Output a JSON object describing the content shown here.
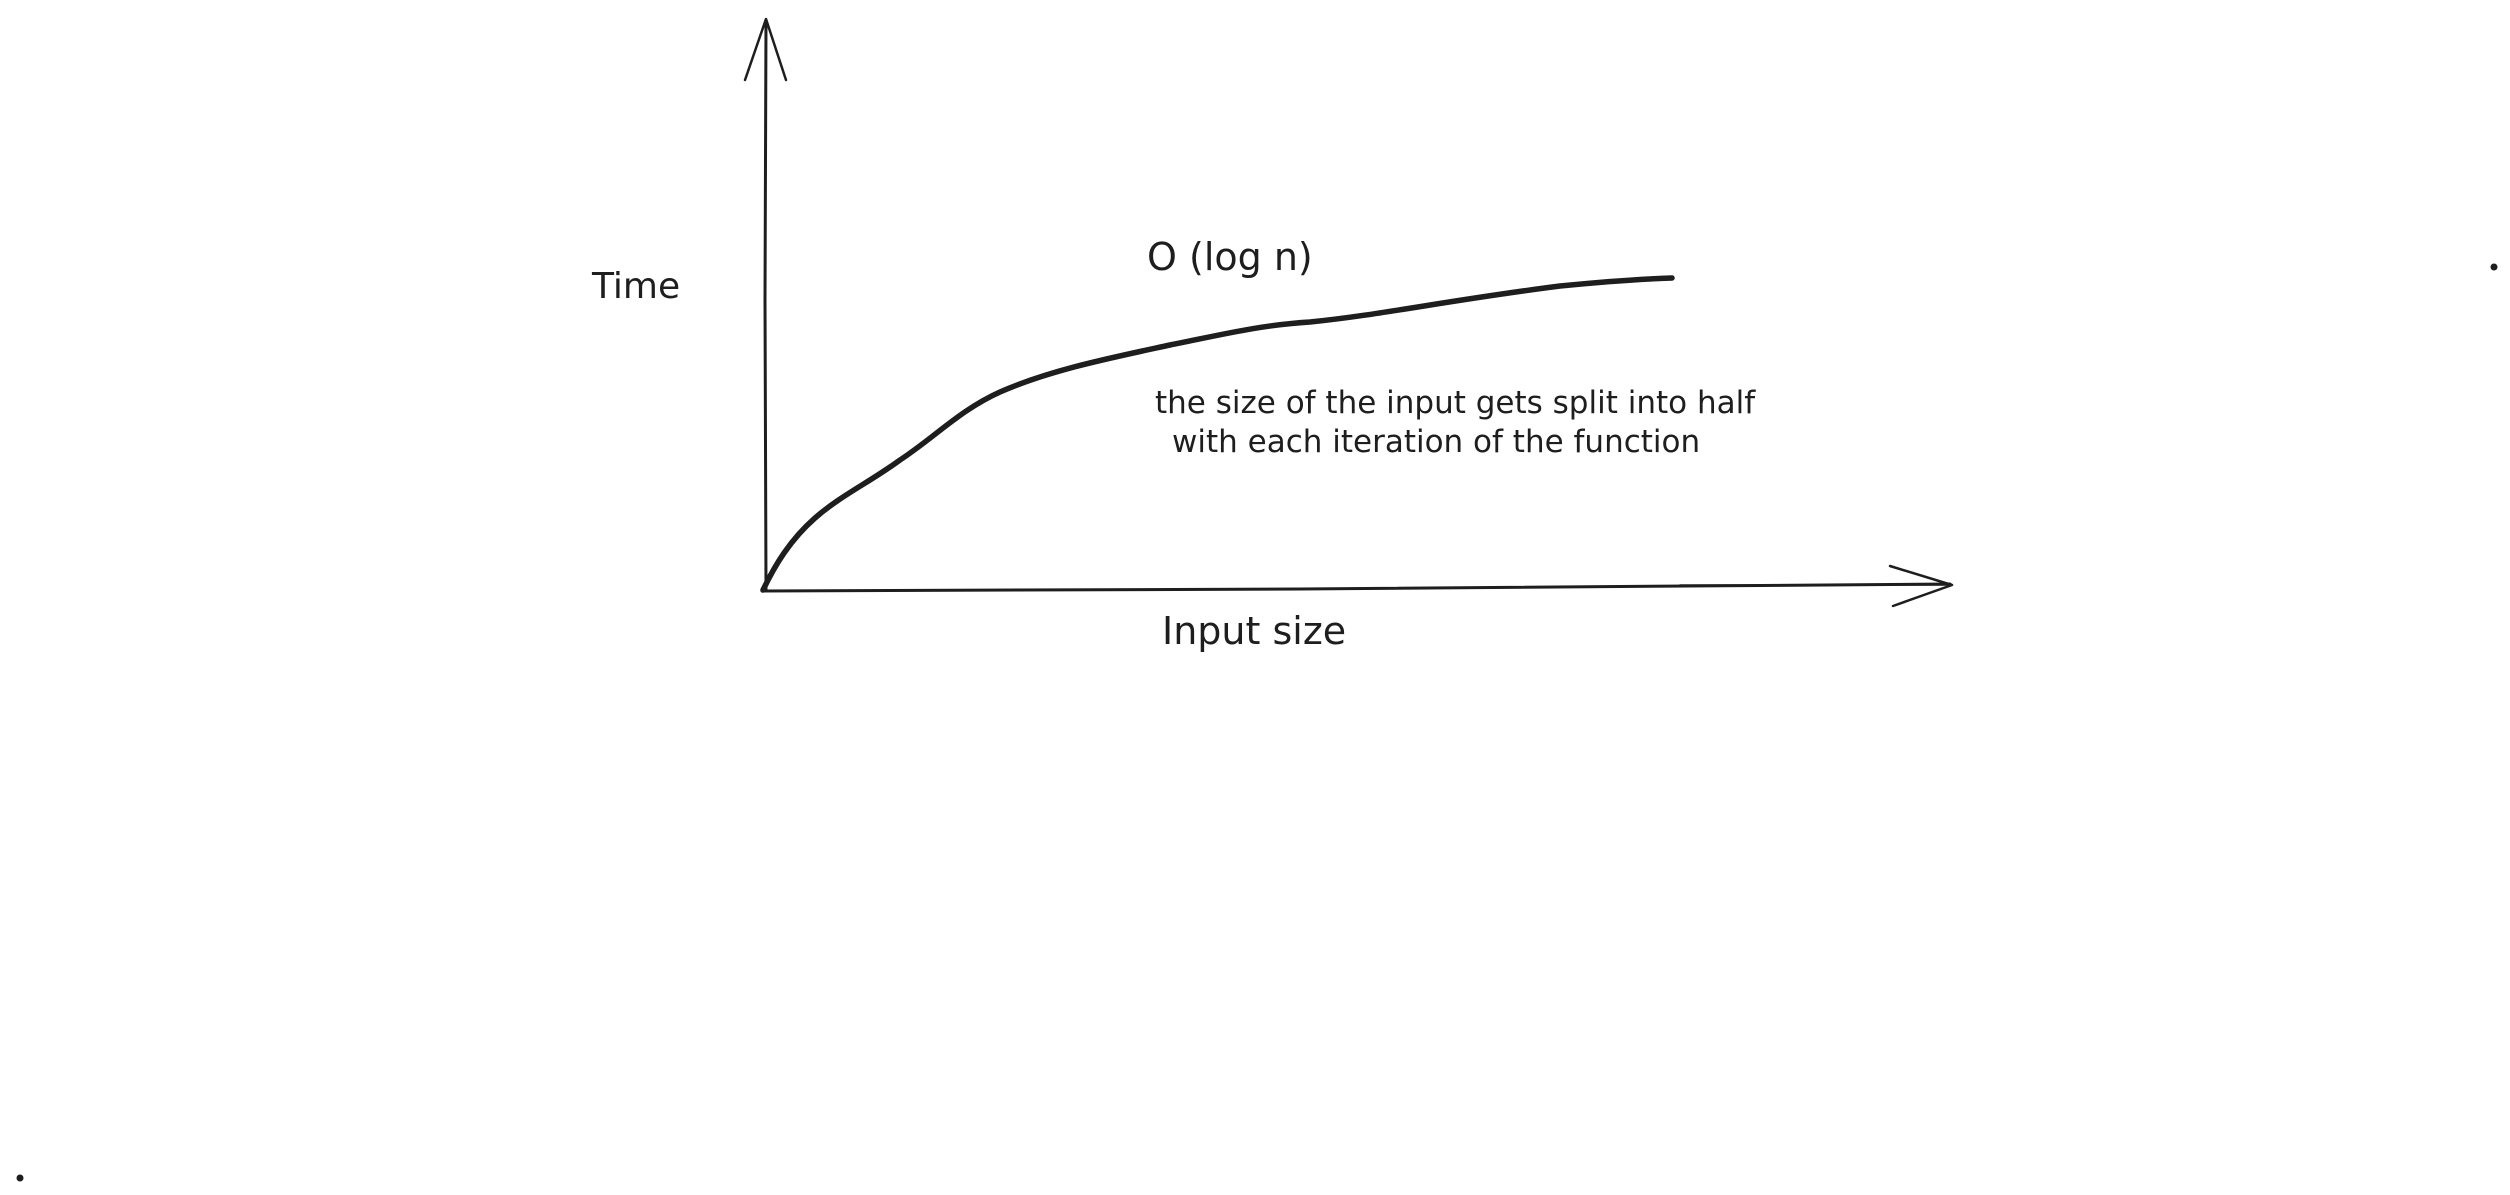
{
  "diagram": {
    "y_axis_label": "Time",
    "x_axis_label": "Input size",
    "curve_label": "O (log n)",
    "annotation": {
      "line1": "the size of the input gets split into half",
      "line2": "with each iteration of the function"
    }
  },
  "colors": {
    "ink": "#1e1e1e",
    "background": "#ffffff"
  }
}
